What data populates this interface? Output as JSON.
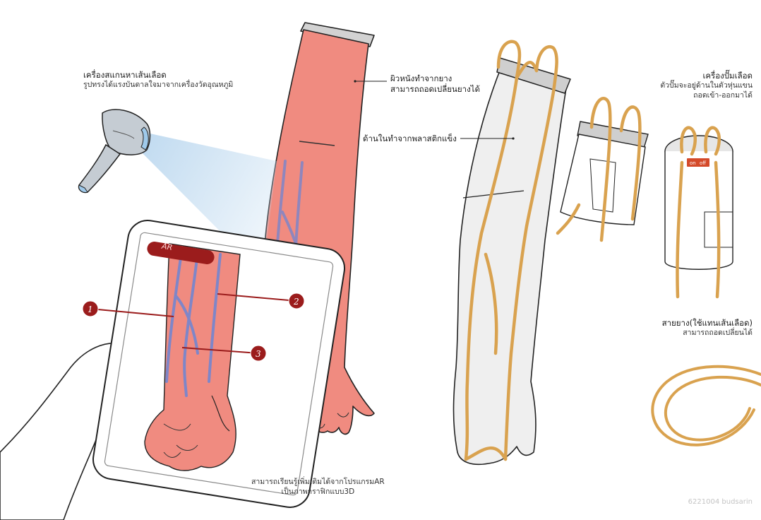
{
  "labels": {
    "scanner_title": "เครื่องสแกนหาเส้นเลือด",
    "scanner_desc": "รูปทรงได้แรงบันดาลใจมาจากเครื่องวัดอุณหภูมิ",
    "skin_line1": "ผิวหนังทำจากยาง",
    "skin_line2": "สามารถถอดเปลี่ยนยางได้",
    "inner_line": "ด้านในทำจากพลาสติกแข็ง",
    "pump_title": "เครื่องปั๊มเลือด",
    "pump_line1": "ตัวปั๊มจะอยู่ด้านในตัวหุ่นแขน",
    "pump_line2": "ถอดเข้า-ออกมาได้",
    "tube_title": "สายยาง(ใช้แทนเส้นเลือด)",
    "tube_desc": "สามารถถอดเปลี่ยนได้",
    "ar_line1": "สามารถเรียนรู้เพิ่มเติมได้จากโปรแกรมAR",
    "ar_line2": "เป็นภาพกราฟิกแบบ3D",
    "credit": "6221004 budsarin"
  },
  "tablet": {
    "ar_badge": "AR",
    "markers": [
      "1",
      "2",
      "3"
    ]
  },
  "pump": {
    "switch_on": "on",
    "switch_off": "off"
  },
  "colors": {
    "skin": "#f08b80",
    "skin_dark": "#d9706a",
    "vein": "#7f86c8",
    "tube": "#d9a24f",
    "marker": "#9b1c1c",
    "plastic": "#efefef",
    "cap": "#cfcfcf",
    "scanner_body": "#c5ccd3",
    "scan_beam": "#bcd8ef"
  }
}
